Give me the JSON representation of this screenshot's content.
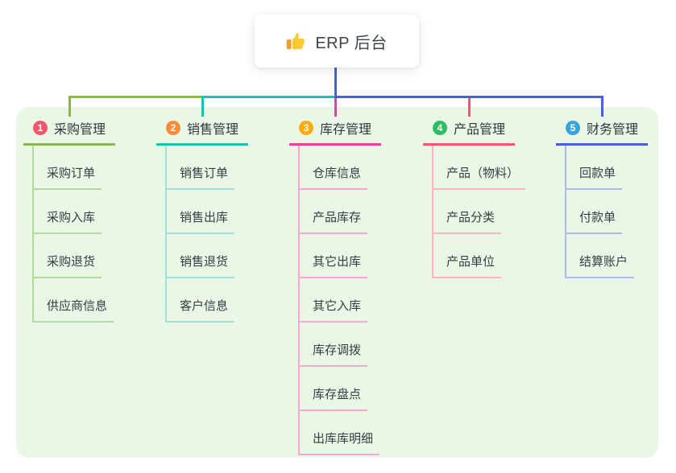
{
  "root": {
    "title": "ERP 后台",
    "icon": "thumbs-up-icon"
  },
  "connector": {
    "root_line_color": "#4762cf"
  },
  "panel_color": "#ebf7e6",
  "branches": [
    {
      "badge": "1",
      "label": "采购管理",
      "colors": {
        "badge": "#f4566e",
        "line": "#85bb41",
        "light": "#b5d89e"
      },
      "children": [
        "采购订单",
        "采购入库",
        "采购退货",
        "供应商信息"
      ]
    },
    {
      "badge": "2",
      "label": "销售管理",
      "colors": {
        "badge": "#fd8a3d",
        "line": "#1fc0b2",
        "light": "#a3e0d8"
      },
      "children": [
        "销售订单",
        "销售出库",
        "销售退货",
        "客户信息"
      ]
    },
    {
      "badge": "3",
      "label": "库存管理",
      "colors": {
        "badge": "#ffac12",
        "line": "#e73d9f",
        "light": "#f5a9d4"
      },
      "children": [
        "仓库信息",
        "产品库存",
        "其它出库",
        "其它入库",
        "库存调拨",
        "库存盘点",
        "出库库明细"
      ]
    },
    {
      "badge": "4",
      "label": "产品管理",
      "colors": {
        "badge": "#2fbd62",
        "line": "#f4566e",
        "light": "#f8b7c2"
      },
      "children": [
        "产品（物料）",
        "产品分类",
        "产品单位"
      ]
    },
    {
      "badge": "5",
      "label": "财务管理",
      "colors": {
        "badge": "#35a5dc",
        "line": "#4762cf",
        "light": "#aebce5"
      },
      "children": [
        "回款单",
        "付款单",
        "结算账户"
      ]
    }
  ]
}
